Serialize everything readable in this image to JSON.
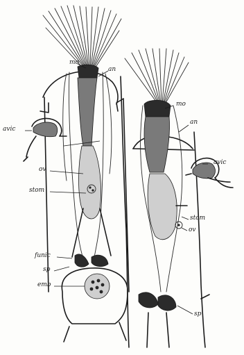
{
  "figure": {
    "labels": {
      "mo_left": "mo",
      "an_left": "an",
      "avic_left": "avic",
      "ov_left": "ov",
      "stom_left": "stom",
      "funic": "funic",
      "sp_left": "sp",
      "emb": "emb",
      "mo_right": "mo",
      "an_right": "an",
      "avic_right": "avic",
      "stom_right": "stom",
      "ov_right": "ov",
      "sp_right": "sp"
    }
  }
}
